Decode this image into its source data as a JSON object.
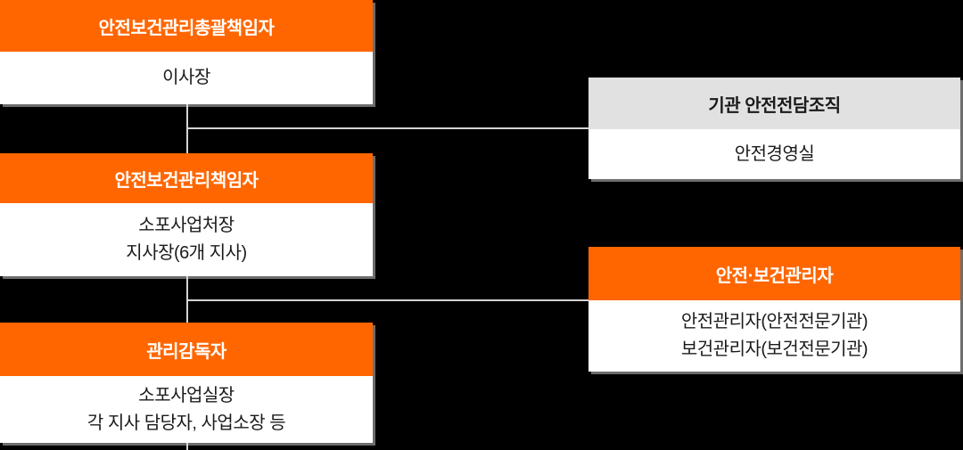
{
  "colors": {
    "background": "#000000",
    "accent_orange": "#ff6600",
    "header_gray": "#e1e1e1",
    "box_white": "#ffffff",
    "connector": "#d4d4d4",
    "header_text_light": "#ffffff",
    "header_text_dark": "#1a1a1a",
    "body_text": "#1b1b1b"
  },
  "org_chart": {
    "nodes": [
      {
        "id": "overall-safety-health-manager",
        "title": "안전보건관리총괄책임자",
        "variant": "orange",
        "lines": [
          "이사장"
        ]
      },
      {
        "id": "agency-safety-dedicated-org",
        "title": "기관 안전전담조직",
        "variant": "gray",
        "lines": [
          "안전경영실"
        ]
      },
      {
        "id": "safety-health-manager",
        "title": "안전보건관리책임자",
        "variant": "orange",
        "lines": [
          "소포사업처장",
          "지사장(6개 지사)"
        ]
      },
      {
        "id": "safety-health-officer",
        "title": "안전·보건관리자",
        "variant": "orange",
        "lines": [
          "안전관리자(안전전문기관)",
          "보건관리자(보건전문기관)"
        ]
      },
      {
        "id": "supervisor",
        "title": "관리감독자",
        "variant": "orange",
        "lines": [
          "소포사업실장",
          "각 지사 담당자, 사업소장 등"
        ]
      }
    ]
  }
}
